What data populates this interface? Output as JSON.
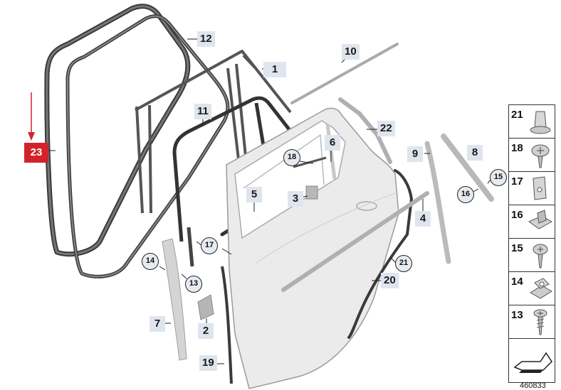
{
  "callouts": {
    "c1": "1",
    "c2": "2",
    "c3": "3",
    "c4": "4",
    "c5": "5",
    "c6": "6",
    "c7": "7",
    "c8": "8",
    "c9": "9",
    "c10": "10",
    "c11": "11",
    "c12": "12",
    "c19": "19",
    "c20": "20",
    "c22": "22"
  },
  "circle_callouts": {
    "c13": "13",
    "c14": "14",
    "c15": "15",
    "c16": "16",
    "c17a": "17",
    "c17b": "17",
    "c18": "18",
    "c21": "21"
  },
  "highlight_callout": {
    "label": "23",
    "color": "#d2232a"
  },
  "parts_panel": [
    "21",
    "18",
    "17",
    "16",
    "15",
    "14",
    "13"
  ],
  "diagram_number": "460833",
  "colors": {
    "callout_bg": "#dfe5ee",
    "seal": "#333333",
    "door_fill": "#ebebeb"
  }
}
